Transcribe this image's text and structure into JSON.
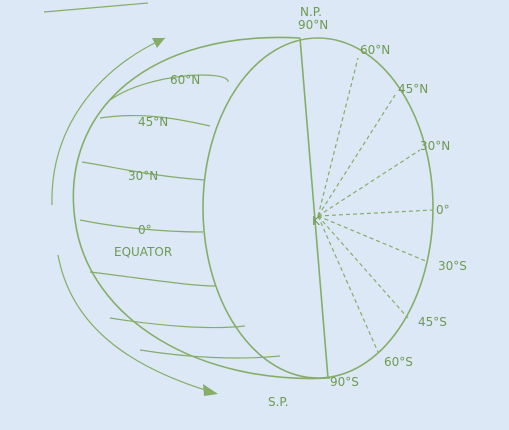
{
  "labels": {
    "np_top": "N.P.",
    "np_bottom": "90°N",
    "right_60n": "60°N",
    "right_45n": "45°N",
    "right_30n": "30°N",
    "right_0": "0°",
    "right_30s": "30°S",
    "right_45s": "45°S",
    "right_60s": "60°S",
    "s90": "90°S",
    "sp": "S.P.",
    "left_60n": "60°N",
    "left_45n": "45°N",
    "left_30n": "30°N",
    "left_0": "0°",
    "equator": "EQUATOR",
    "center": "K"
  },
  "colors": {
    "background": "#dce8f6",
    "ink": "#86ad68"
  }
}
